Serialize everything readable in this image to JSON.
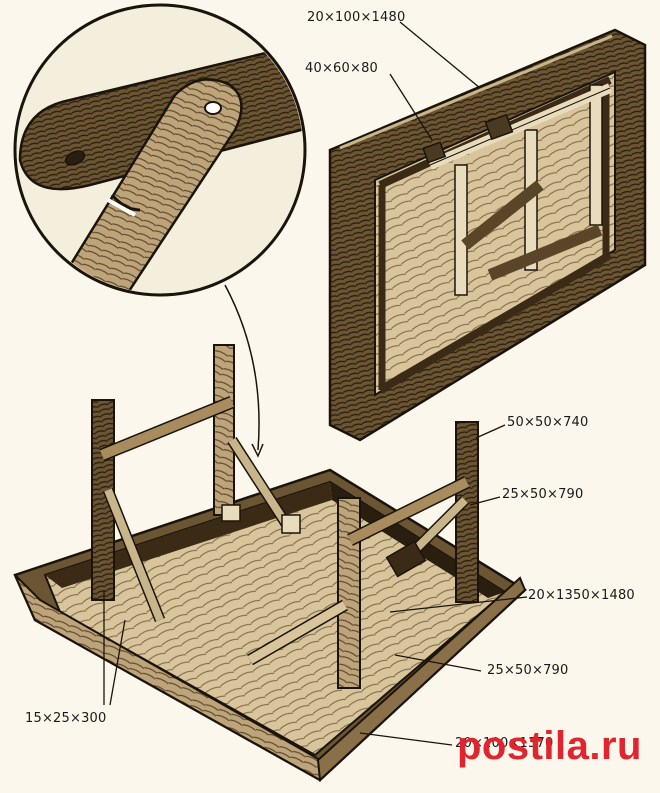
{
  "dimensions": {
    "top_board": "20×100×1480",
    "cleat": "40×60×80",
    "leg": "50×50×740",
    "stretcher_upper": "25×50×790",
    "tabletop": "20×1350×1480",
    "stretcher_lower": "25×50×790",
    "brace": "15×25×300",
    "apron": "20×100×1370"
  },
  "watermark": {
    "text": "postila.ru",
    "color": "#e1252f"
  },
  "colors": {
    "ink": "#1a140c",
    "wood_dark": "#4a3a22",
    "wood_mid": "#8a7048",
    "wood_light": "#cdb88a",
    "paper": "#fbf7ec"
  }
}
